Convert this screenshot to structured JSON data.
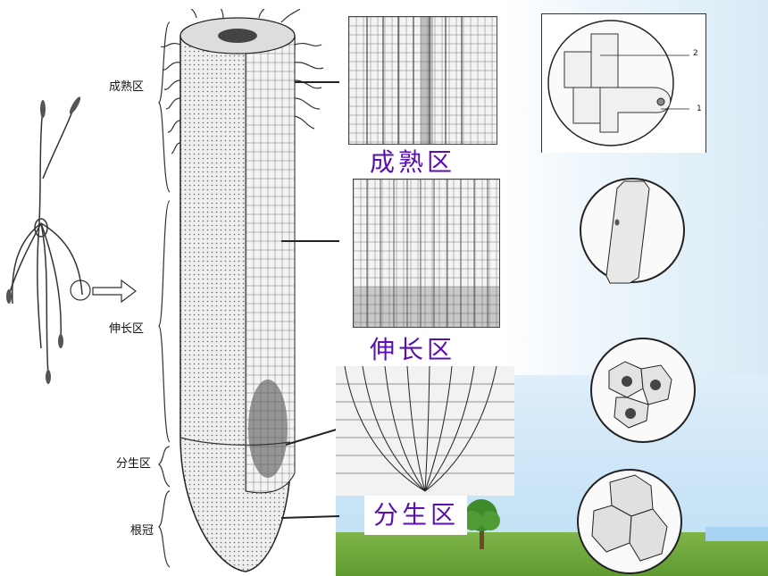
{
  "zones": {
    "mature": "成熟区",
    "elongation": "伸长区",
    "meristem": "分生区",
    "root_cap": "根冠"
  },
  "labels": {
    "mature": "成熟区",
    "elongation": "伸长区",
    "meristem": "分生区"
  },
  "root_hair_numbers": {
    "n1": "1",
    "n2": "2"
  },
  "colors": {
    "label_purple": "#5a0fb0",
    "line": "#222222"
  }
}
